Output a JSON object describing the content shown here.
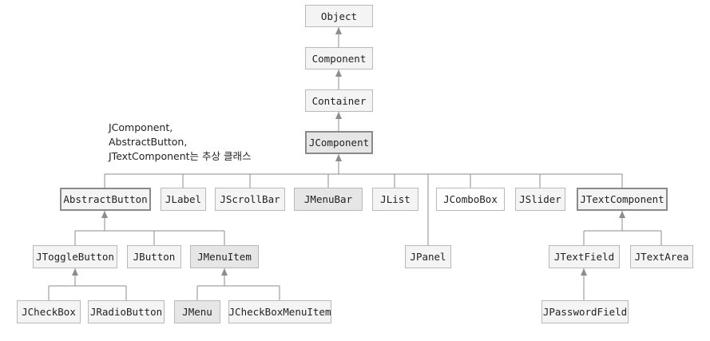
{
  "classes": {
    "object": "Object",
    "component": "Component",
    "container": "Container",
    "jcomponent": "JComponent",
    "abstract_button": "AbstractButton",
    "jlabel": "JLabel",
    "jscrollbar": "JScrollBar",
    "jmenubar": "JMenuBar",
    "jlist": "JList",
    "jcombobox": "JComboBox",
    "jslider": "JSlider",
    "jtextcomponent": "JTextComponent",
    "jtogglebutton": "JToggleButton",
    "jbutton": "JButton",
    "jmenuitem": "JMenuItem",
    "jpanel": "JPanel",
    "jtextfield": "JTextField",
    "jtextarea": "JTextArea",
    "jcheckbox": "JCheckBox",
    "jradiobutton": "JRadioButton",
    "jmenu": "JMenu",
    "jcheckboxmenuitem": "JCheckBoxMenuItem",
    "jpasswordfield": "JPasswordField"
  },
  "note": {
    "line1": "JComponent,",
    "line2": "AbstractButton,",
    "line3": "JTextComponent는 추상 클래스"
  },
  "colors": {
    "line": "#8c8c8c",
    "box_border": "#b9b9b9",
    "box_fill": "#f4f4f4",
    "box_fill_shaded": "#e6e6e6"
  }
}
